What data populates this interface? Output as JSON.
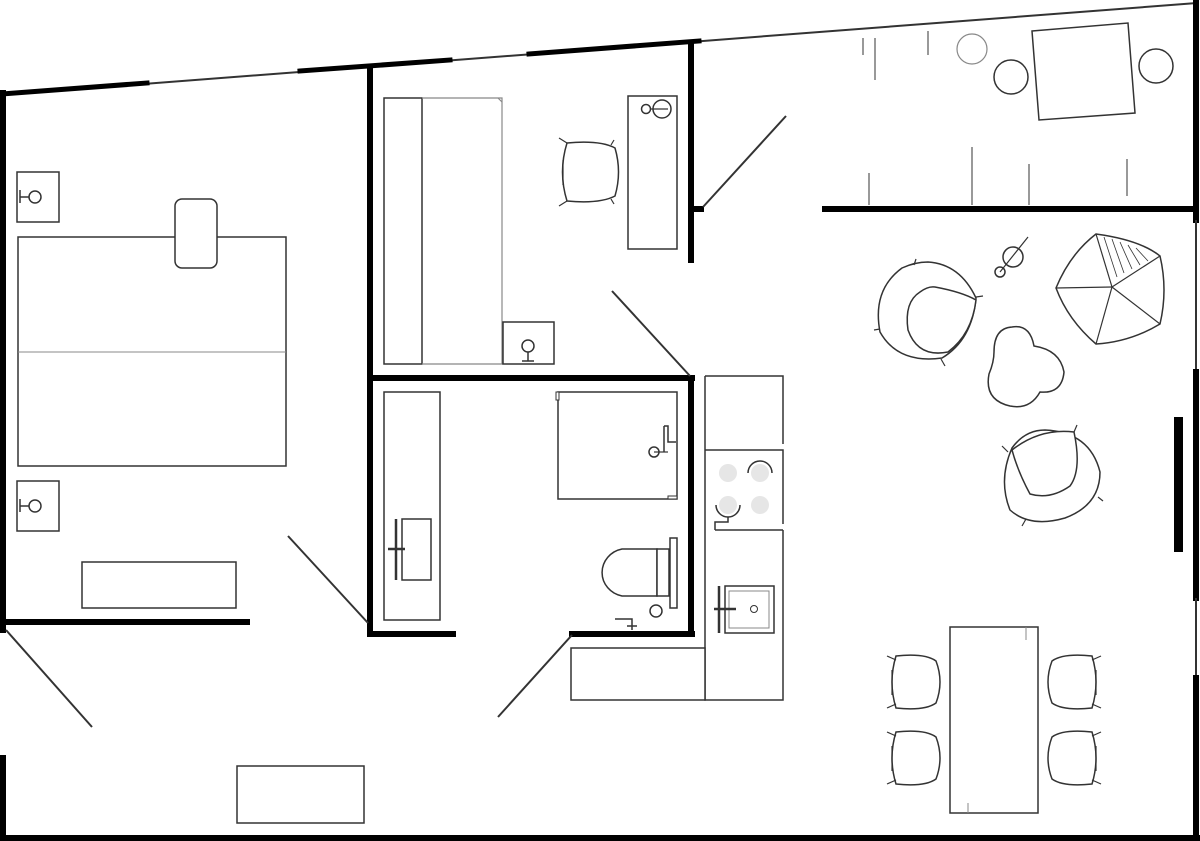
{
  "colors": {
    "wall": "#000000",
    "line": "#333333",
    "light_line": "#888888",
    "burner": "#e6e6e6",
    "background": "#ffffff"
  },
  "rooms": [
    {
      "name": "bedroom"
    },
    {
      "name": "study"
    },
    {
      "name": "bathroom"
    },
    {
      "name": "kitchen"
    },
    {
      "name": "living-room"
    },
    {
      "name": "balcony"
    },
    {
      "name": "hallway"
    }
  ],
  "icons": {
    "tap": "tap-icon",
    "toilet": "toilet-icon",
    "sink": "sink-icon",
    "burner": "stove-burner-icon",
    "door": "door-swing-icon"
  }
}
